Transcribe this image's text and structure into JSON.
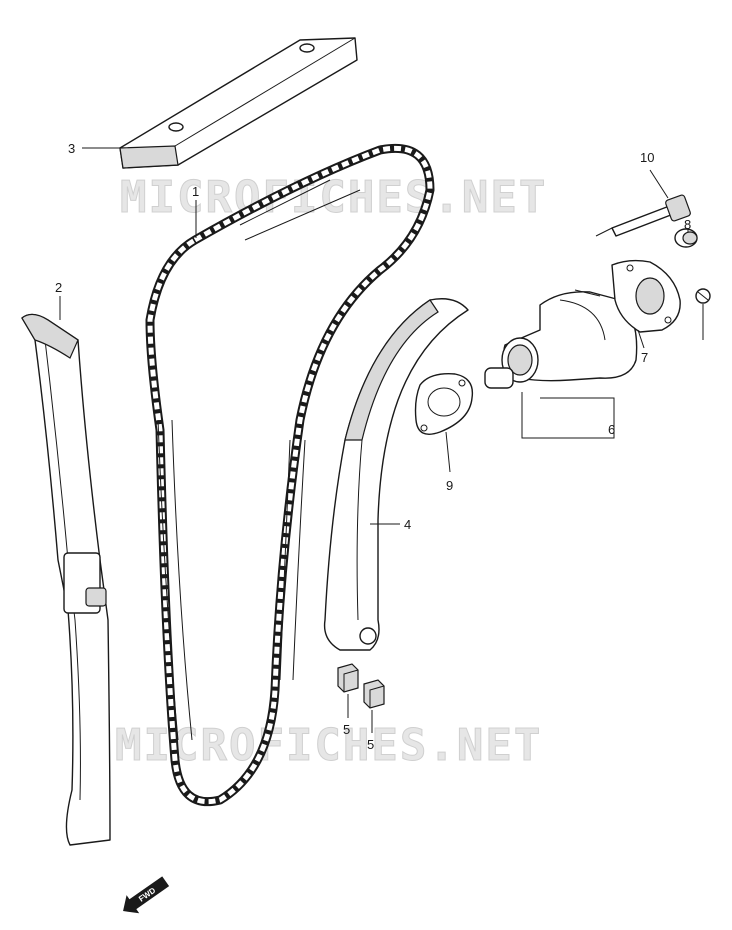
{
  "watermark": {
    "text_top": "MICROFICHES.NET",
    "text_bottom": "MICROFICHES.NET"
  },
  "callouts": {
    "cam_chain": "1",
    "chain_guide_rear": "2",
    "chain_guide_top": "3",
    "chain_tensioner_slipper": "4",
    "guide_pin_left": "5",
    "guide_pin_right": "5",
    "tensioner_assy": "6",
    "tensioner_plate": "7",
    "plug": "8",
    "gasket": "9",
    "bolt": "10"
  },
  "fwd_arrow": {
    "label": "FWD"
  }
}
